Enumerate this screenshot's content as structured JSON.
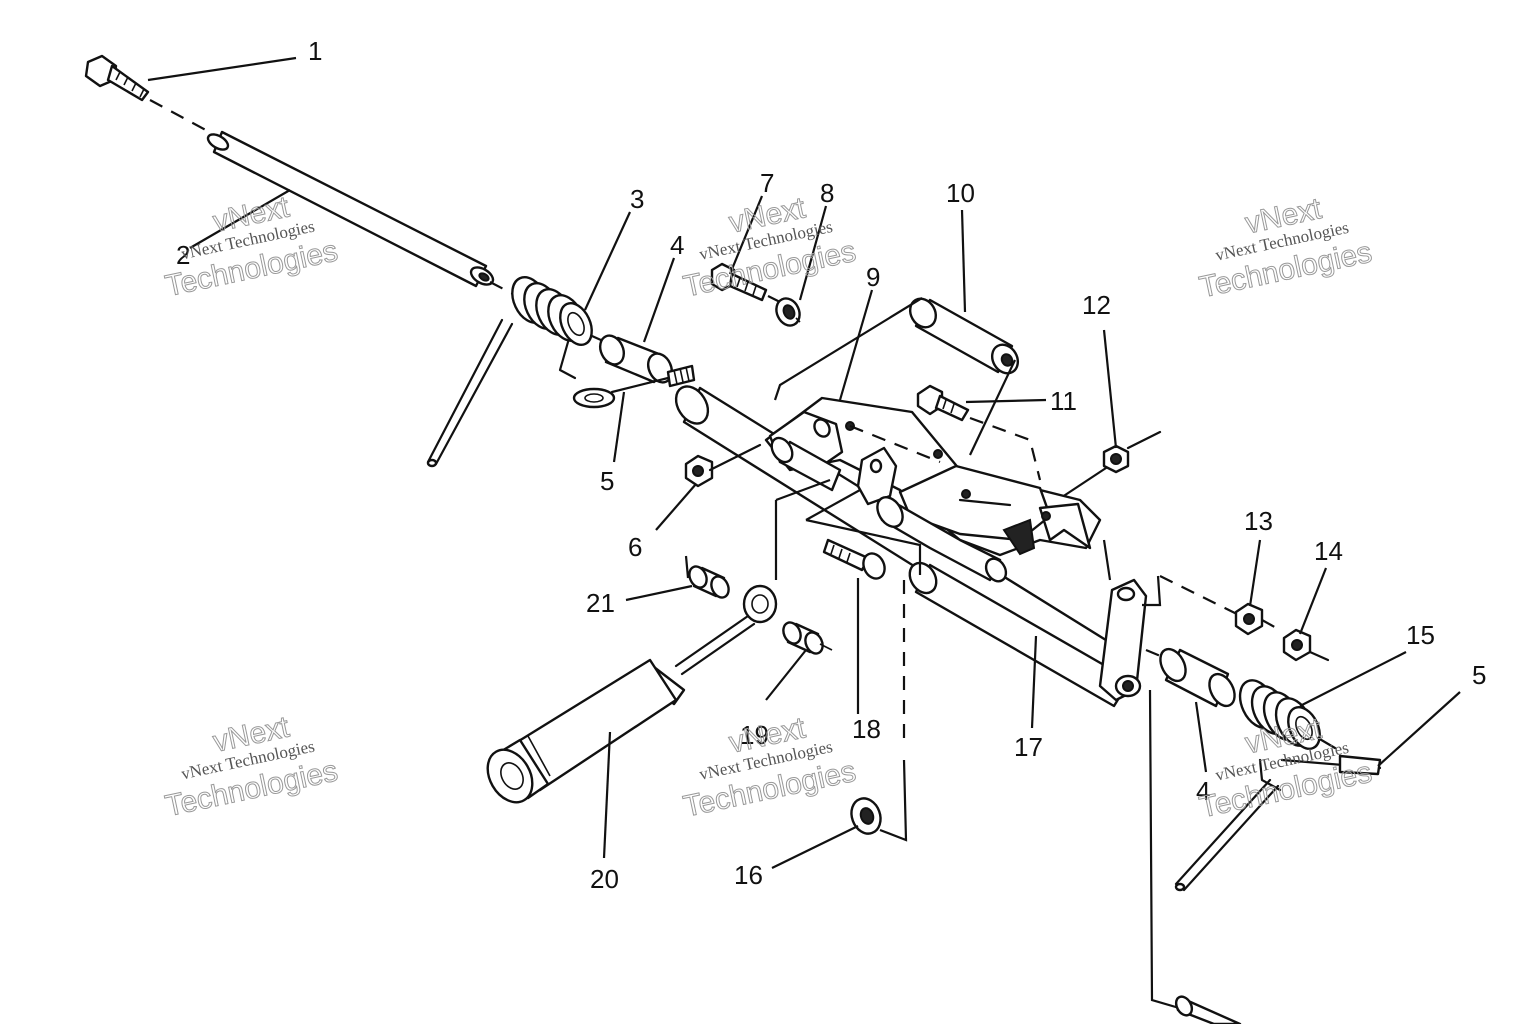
{
  "watermark": {
    "line1": "vNext",
    "line2": "vNext Technologies",
    "line3": "Technologies"
  },
  "callouts": {
    "c1": "1",
    "c2": "2",
    "c3": "3",
    "c4a": "4",
    "c4b": "4",
    "c5a": "5",
    "c5b": "5",
    "c6": "6",
    "c7": "7",
    "c8": "8",
    "c9": "9",
    "c10": "10",
    "c11": "11",
    "c12": "12",
    "c13": "13",
    "c14": "14",
    "c15": "15",
    "c16": "16",
    "c17": "17",
    "c18": "18",
    "c19": "19",
    "c20": "20",
    "c21": "21"
  }
}
